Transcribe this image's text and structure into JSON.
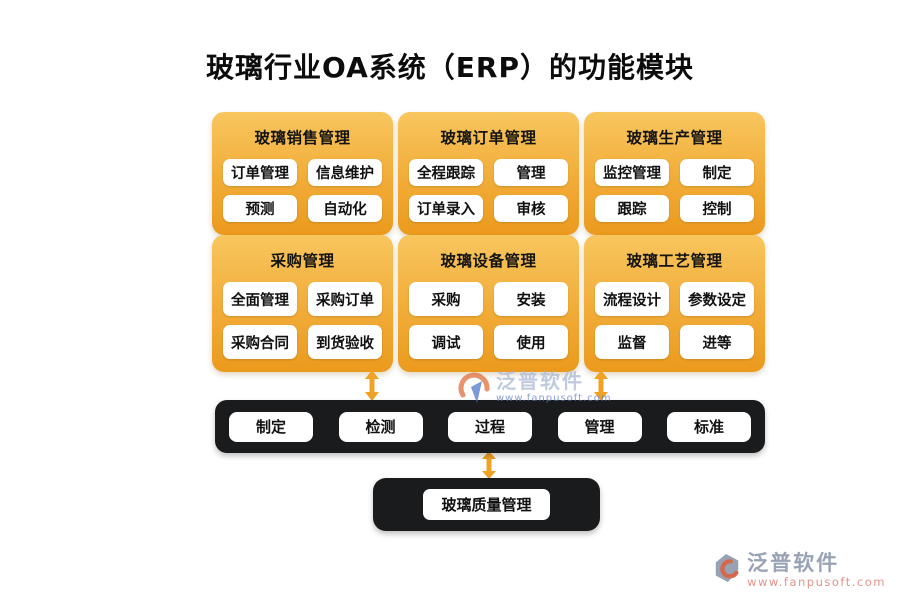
{
  "title": "玻璃行业OA系统（ERP）的功能模块",
  "colors": {
    "box_gradient_top": "#f8c65e",
    "box_gradient_bottom": "#eb9a1d",
    "bar_background": "#1a1b1d",
    "arrow": "#f0a225",
    "pill_background": "#ffffff",
    "watermark_text": "#a9b6d4",
    "footer_url": "#e2938b"
  },
  "modules": [
    {
      "title": "玻璃销售管理",
      "items": [
        "订单管理",
        "信息维护",
        "预测",
        "自动化"
      ]
    },
    {
      "title": "玻璃订单管理",
      "items": [
        "全程跟踪",
        "管理",
        "订单录入",
        "审核"
      ]
    },
    {
      "title": "玻璃生产管理",
      "items": [
        "监控管理",
        "制定",
        "跟踪",
        "控制"
      ]
    },
    {
      "title": "采购管理",
      "items": [
        "全面管理",
        "采购订单",
        "采购合同",
        "到货验收"
      ]
    },
    {
      "title": "玻璃设备管理",
      "items": [
        "采购",
        "安装",
        "调试",
        "使用"
      ]
    },
    {
      "title": "玻璃工艺管理",
      "items": [
        "流程设计",
        "参数设定",
        "监督",
        "进等"
      ]
    }
  ],
  "process_bar": {
    "items": [
      "制定",
      "检测",
      "过程",
      "管理",
      "标准"
    ]
  },
  "quality_box": {
    "label": "玻璃质量管理"
  },
  "watermark": {
    "name": "泛普软件",
    "url": "www.fanpusoft.com"
  },
  "footer_logo": {
    "name": "泛普软件",
    "url": "www.fanpusoft.com"
  }
}
